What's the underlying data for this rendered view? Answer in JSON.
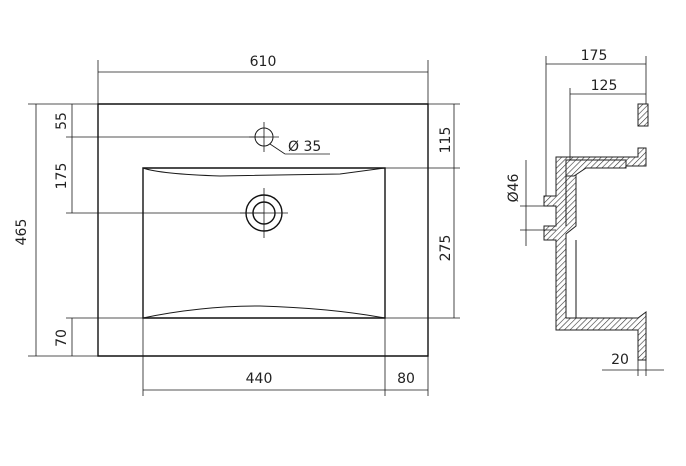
{
  "front_view": {
    "width": "610",
    "height": "465",
    "top_to_tap_hole": "55",
    "tap_hole_to_drain": "175",
    "bottom_margin": "70",
    "top_to_basin": "115",
    "basin_depth": "275",
    "basin_width": "440",
    "side_margin": "80",
    "tap_hole_diameter": "Ø 35"
  },
  "side_view": {
    "overall_depth": "175",
    "inner_depth": "125",
    "drain_diameter": "Ø46",
    "rim_thickness": "20"
  }
}
